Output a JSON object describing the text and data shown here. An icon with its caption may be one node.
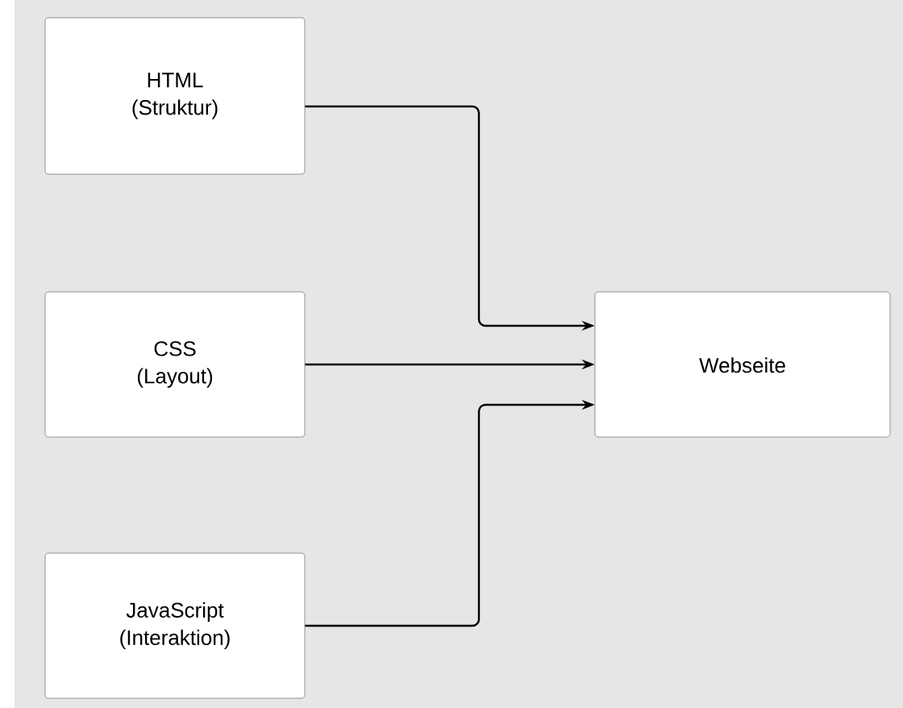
{
  "diagram": {
    "nodes": [
      {
        "text": [
          "HTML (Struktur)"
        ]
      },
      {
        "text": [
          "CSS (Layout)"
        ]
      },
      {
        "text": [
          "JavaScript (Interaktion)"
        ]
      },
      {
        "text": [
          "Webseite"
        ]
      }
    ],
    "edges": [
      {
        "from": 0,
        "to": 3,
        "arrow": "to"
      },
      {
        "from": 1,
        "to": 3,
        "arrow": "to"
      },
      {
        "from": 2,
        "to": 3,
        "arrow": "to"
      }
    ]
  }
}
